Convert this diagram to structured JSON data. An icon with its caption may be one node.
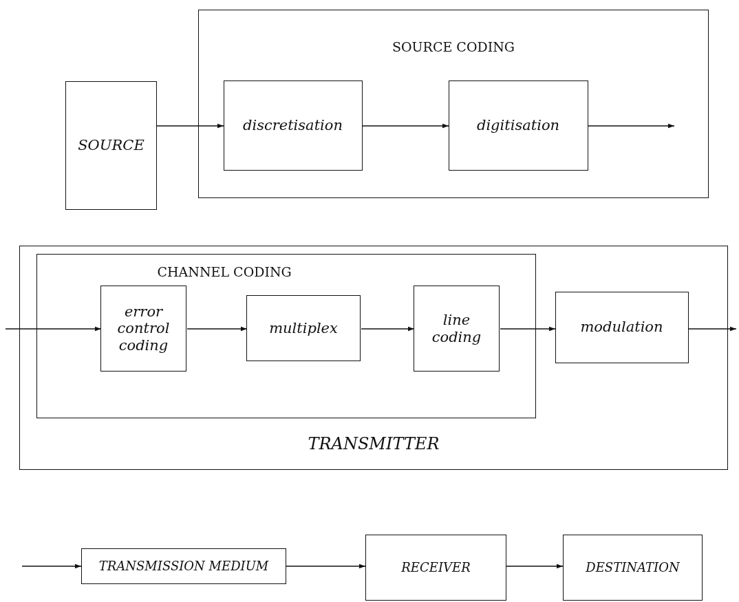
{
  "diagram": {
    "nodes": [
      {
        "text": [
          "SOURCE"
        ]
      },
      {
        "text": [
          "SOURCE CODING"
        ]
      },
      {
        "text": [
          "discretisation"
        ],
        "in": 1
      },
      {
        "text": [
          "digitisation"
        ],
        "in": 1
      },
      {
        "text": [
          "TRANSMITTER"
        ]
      },
      {
        "text": [
          "CHANNEL CODING"
        ],
        "in": 4
      },
      {
        "text": [
          "error control coding"
        ],
        "in": 5
      },
      {
        "text": [
          "multiplex"
        ],
        "in": 5
      },
      {
        "text": [
          "line coding"
        ],
        "in": 5
      },
      {
        "text": [
          "modulation"
        ],
        "in": 4
      },
      {
        "text": [
          "TRANSMISSION MEDIUM"
        ]
      },
      {
        "text": [
          "RECEIVER"
        ]
      },
      {
        "text": [
          "DESTINATION"
        ]
      }
    ],
    "edges": [
      {
        "from": 0,
        "to": 2,
        "arrow": "to"
      },
      {
        "from": 2,
        "to": 3,
        "arrow": "to"
      },
      {
        "from": 3,
        "to": null,
        "arrow": "to"
      },
      {
        "from": null,
        "to": 6,
        "arrow": "to"
      },
      {
        "from": 6,
        "to": 7,
        "arrow": "to"
      },
      {
        "from": 7,
        "to": 8,
        "arrow": "to"
      },
      {
        "from": 8,
        "to": 9,
        "arrow": "to"
      },
      {
        "from": 9,
        "to": null,
        "arrow": "to"
      },
      {
        "from": null,
        "to": 10,
        "arrow": "to"
      },
      {
        "from": 10,
        "to": 11,
        "arrow": "to"
      },
      {
        "from": 11,
        "to": 12,
        "arrow": "to"
      }
    ]
  }
}
